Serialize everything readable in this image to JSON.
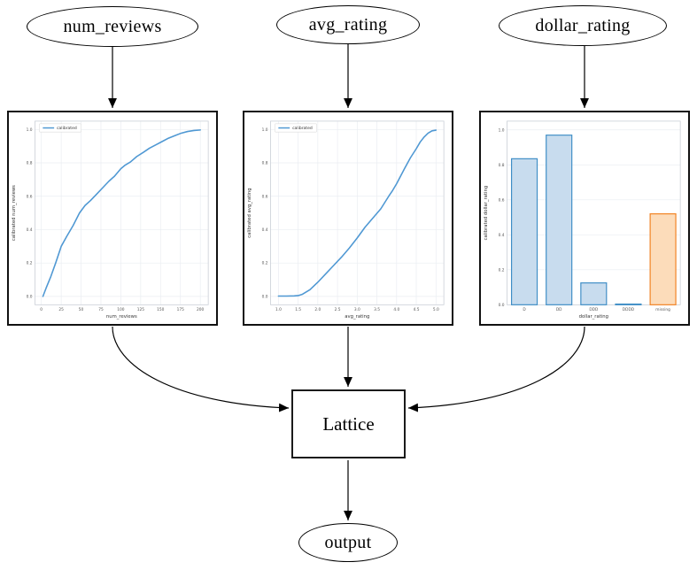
{
  "diagram": {
    "nodes": {
      "num_reviews": "num_reviews",
      "avg_rating": "avg_rating",
      "dollar_rating": "dollar_rating",
      "lattice": "Lattice",
      "output": "output"
    }
  },
  "colors": {
    "calibrated_line": "#4f98d3",
    "bar_face_blue": "#c8dcee",
    "bar_edge_blue": "#3f8ec6",
    "bar_face_orange": "#fcdcba",
    "bar_edge_orange": "#f28222",
    "grid": "#eaedf2",
    "axes_frame": "#c9ced6",
    "tick_text": "#555555",
    "label_text": "#333333",
    "edge_stroke": "#000000"
  },
  "chart_data": [
    {
      "type": "line",
      "title": "",
      "xlabel": "num_reviews",
      "ylabel": "calibrated num_reviews",
      "legend_label": "calibrated",
      "legend_position": "upper left",
      "grid": true,
      "xlim": [
        -8,
        210
      ],
      "ylim": [
        -0.05,
        1.05
      ],
      "xticks": [
        0,
        25,
        50,
        75,
        100,
        125,
        150,
        175,
        200
      ],
      "xtick_labels": [
        "0",
        "25",
        "50",
        "75",
        "100",
        "125",
        "150",
        "175",
        "200"
      ],
      "yticks": [
        0.0,
        0.2,
        0.4,
        0.6,
        0.8,
        1.0
      ],
      "ytick_labels": [
        "0.0",
        "0.2",
        "0.4",
        "0.6",
        "0.8",
        "1.0"
      ],
      "x": [
        2,
        6,
        12,
        18,
        25,
        32,
        40,
        48,
        55,
        62,
        70,
        78,
        85,
        92,
        100,
        105,
        112,
        120,
        128,
        136,
        144,
        152,
        160,
        168,
        176,
        184,
        192,
        200
      ],
      "y": [
        0.0,
        0.05,
        0.12,
        0.2,
        0.3,
        0.36,
        0.425,
        0.5,
        0.545,
        0.575,
        0.615,
        0.655,
        0.69,
        0.72,
        0.765,
        0.785,
        0.805,
        0.838,
        0.862,
        0.888,
        0.908,
        0.928,
        0.948,
        0.963,
        0.978,
        0.988,
        0.994,
        0.997
      ]
    },
    {
      "type": "line",
      "title": "",
      "xlabel": "avg_rating",
      "ylabel": "calibrated avg_rating",
      "legend_label": "calibrated",
      "legend_position": "upper left",
      "grid": true,
      "xlim": [
        0.8,
        5.2
      ],
      "ylim": [
        -0.05,
        1.05
      ],
      "xticks": [
        1.0,
        1.5,
        2.0,
        2.5,
        3.0,
        3.5,
        4.0,
        4.5,
        5.0
      ],
      "xtick_labels": [
        "1.0",
        "1.5",
        "2.0",
        "2.5",
        "3.0",
        "3.5",
        "4.0",
        "4.5",
        "5.0"
      ],
      "yticks": [
        0.0,
        0.2,
        0.4,
        0.6,
        0.8,
        1.0
      ],
      "ytick_labels": [
        "0.0",
        "0.2",
        "0.4",
        "0.6",
        "0.8",
        "1.0"
      ],
      "x": [
        1.0,
        1.2,
        1.4,
        1.5,
        1.6,
        1.8,
        2.0,
        2.2,
        2.4,
        2.6,
        2.8,
        3.0,
        3.2,
        3.4,
        3.6,
        3.8,
        3.9,
        4.0,
        4.1,
        4.2,
        4.35,
        4.5,
        4.6,
        4.7,
        4.8,
        4.9,
        5.0
      ],
      "y": [
        0.002,
        0.002,
        0.003,
        0.005,
        0.012,
        0.04,
        0.085,
        0.135,
        0.185,
        0.235,
        0.29,
        0.35,
        0.415,
        0.47,
        0.525,
        0.6,
        0.635,
        0.675,
        0.72,
        0.765,
        0.83,
        0.885,
        0.925,
        0.955,
        0.978,
        0.992,
        0.996
      ]
    },
    {
      "type": "bar",
      "title": "",
      "xlabel": "dollar_rating",
      "ylabel": "calibrated dollar_rating",
      "grid": true,
      "ylim": [
        0,
        1.05
      ],
      "yticks": [
        0.0,
        0.2,
        0.4,
        0.6,
        0.8,
        1.0
      ],
      "ytick_labels": [
        "0.0",
        "0.2",
        "0.4",
        "0.6",
        "0.8",
        "1.0"
      ],
      "categories": [
        "D",
        "DD",
        "DDD",
        "DDDD",
        "missing"
      ],
      "values": [
        0.835,
        0.97,
        0.125,
        0.004,
        0.52
      ],
      "bar_styles": [
        "blue",
        "blue",
        "blue",
        "blue",
        "orange"
      ]
    }
  ]
}
